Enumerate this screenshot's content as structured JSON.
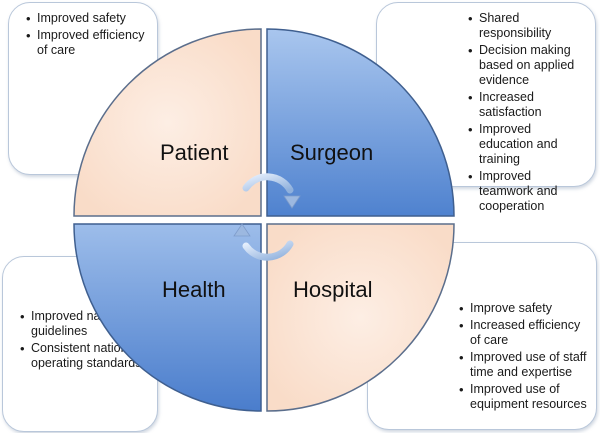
{
  "quadrants": {
    "patient": "Patient",
    "surgeon": "Surgeon",
    "health": "Health",
    "hospital": "Hospital"
  },
  "boxes": {
    "patient": [
      "Improved safety",
      "Improved efficiency of care"
    ],
    "surgeon": [
      "Shared responsibility",
      "Decision making based on applied evidence",
      "Increased satisfaction",
      "Improved education and training",
      "Improved teamwork and cooperation"
    ],
    "health": [
      "Improved national guidelines",
      "Consistent national operating standards"
    ],
    "hospital": [
      "Improve safety",
      "Increased efficiency of care",
      "Improved use of  staff time and expertise",
      "Improved use  of equipment resources"
    ]
  },
  "colors": {
    "peach": "#fbe3d3",
    "blue": "#5f8fd6",
    "box_border": "#b9c7da"
  }
}
